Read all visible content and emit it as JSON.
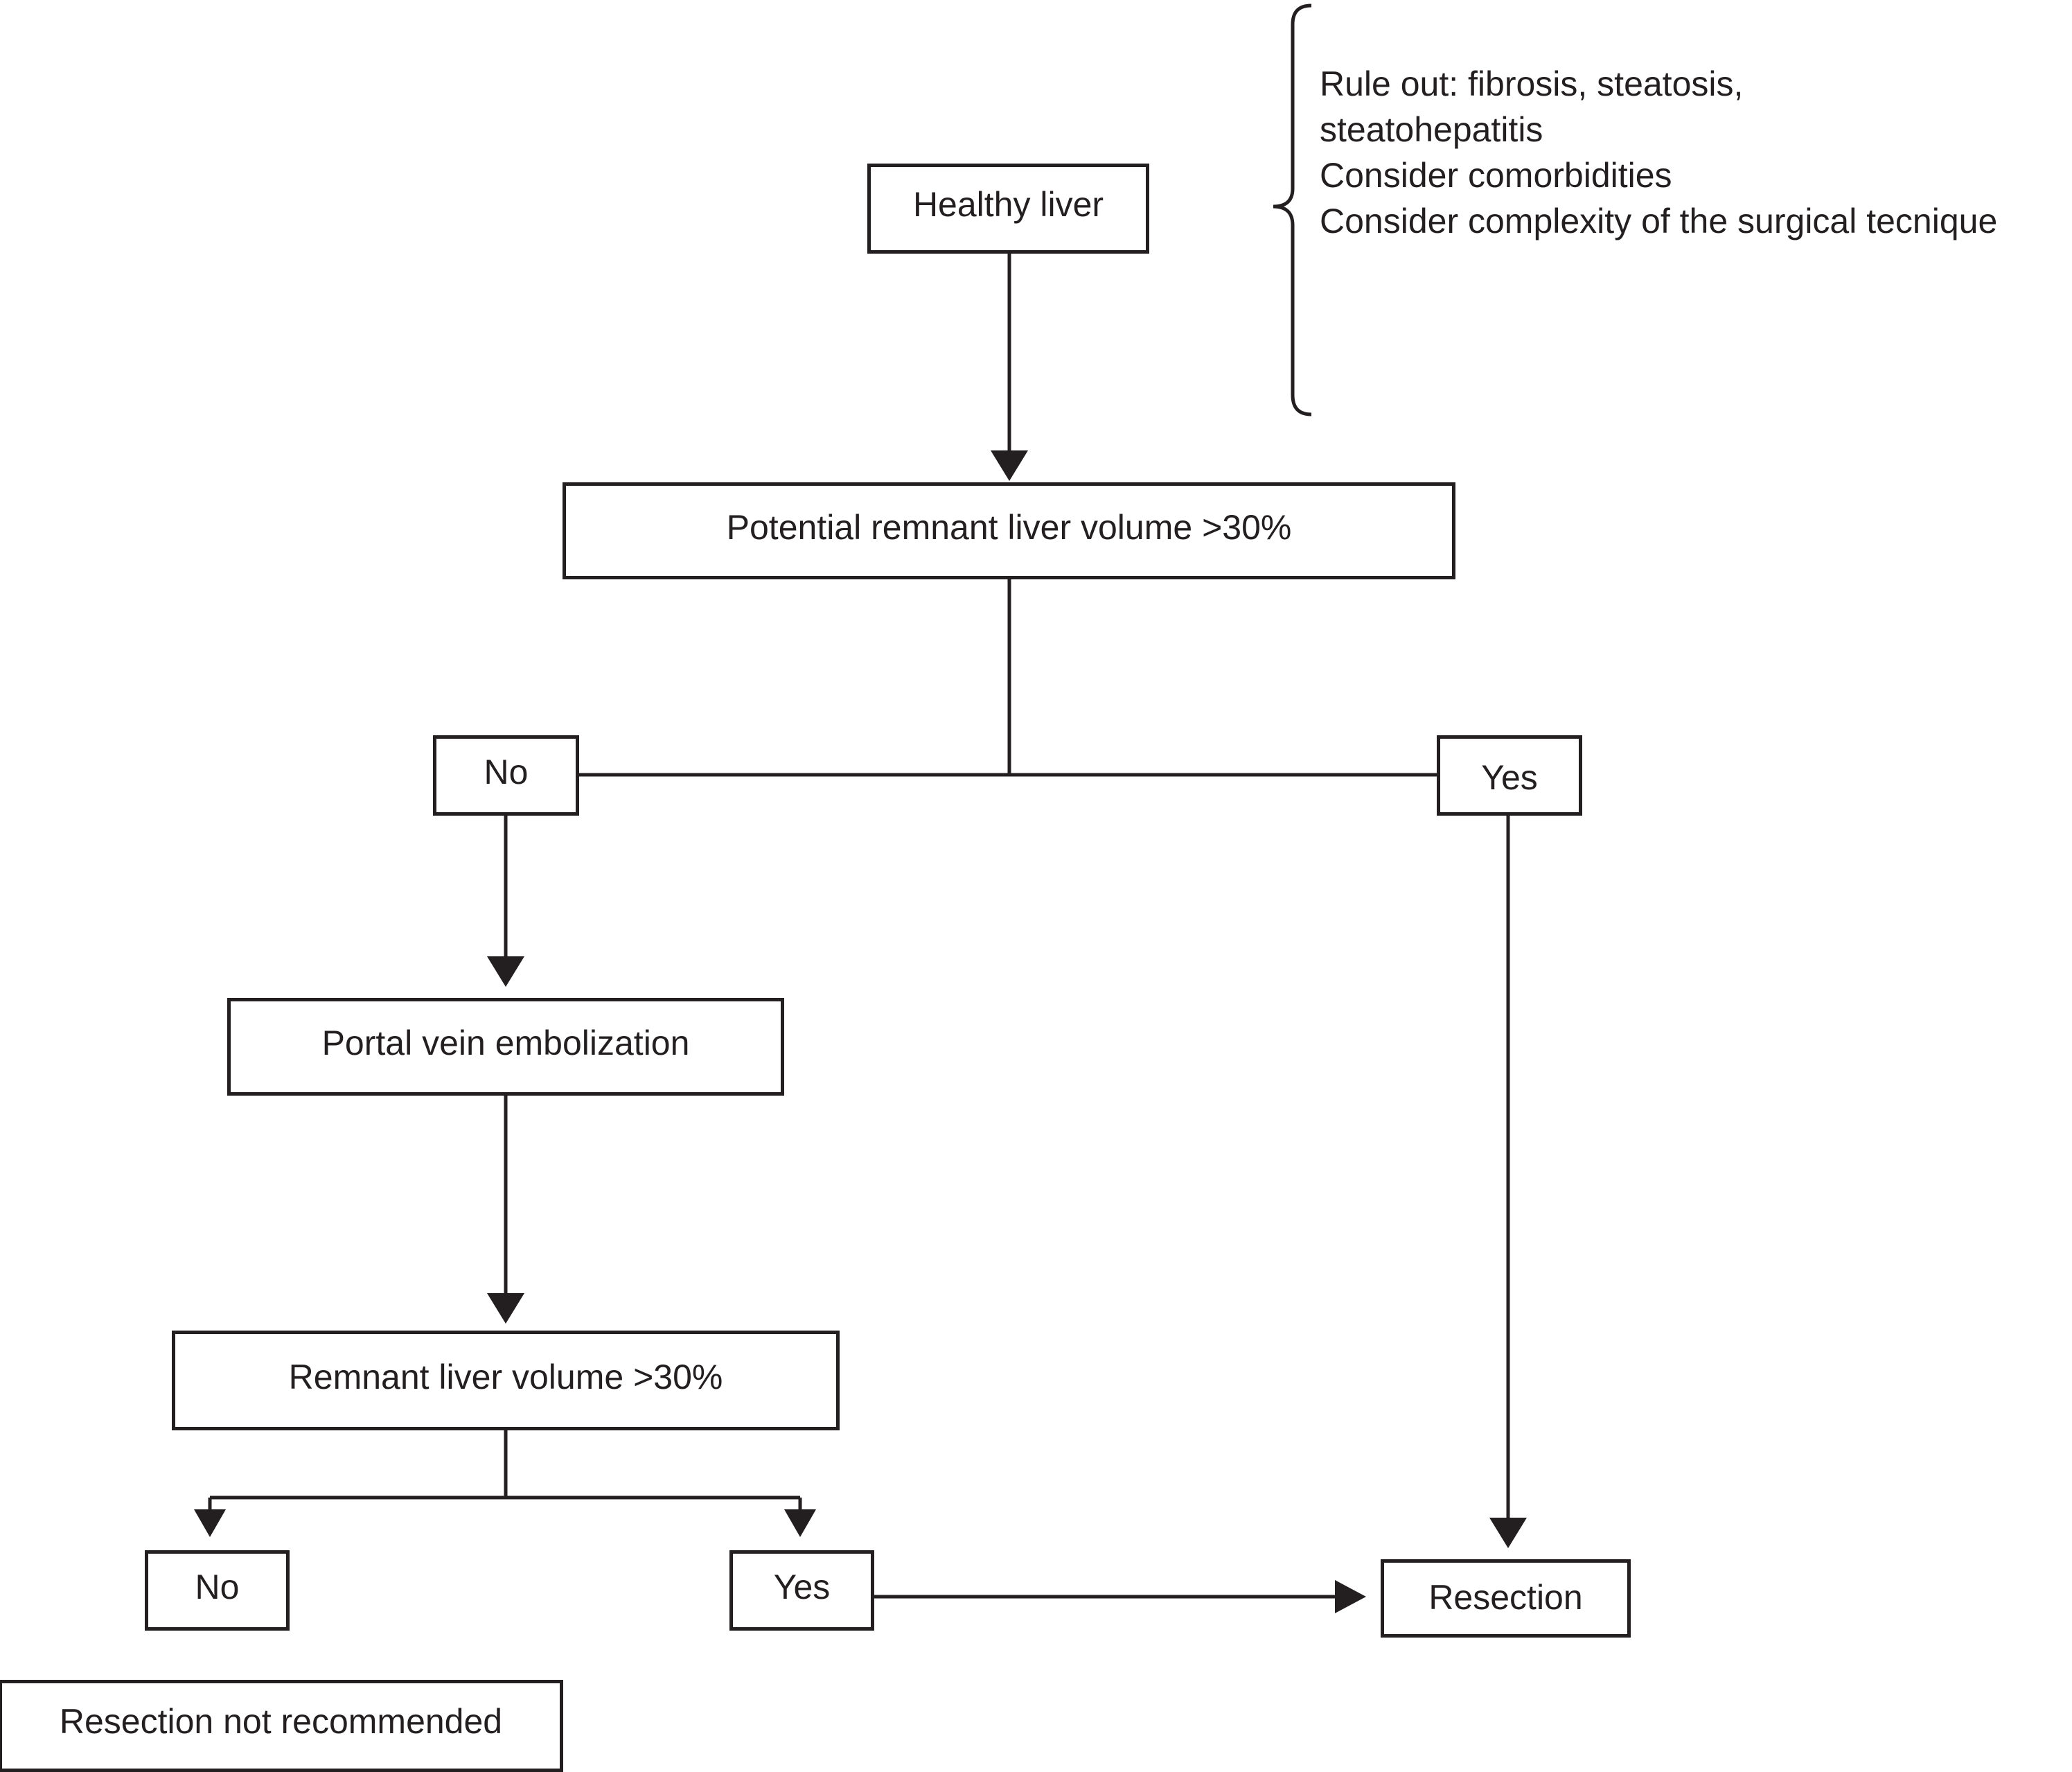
{
  "colors": {
    "ink": "#231f20",
    "background": "#ffffff"
  },
  "nodes": {
    "healthy_liver": "Healthy liver",
    "potential_remnant": "Potential remnant liver volume >30%",
    "first_no": "No",
    "first_yes": "Yes",
    "portal_vein": "Portal vein embolization",
    "remnant_volume": "Remnant liver volume >30%",
    "second_no": "No",
    "second_yes": "Yes",
    "resection": "Resection",
    "not_recommended": "Resection not recommended"
  },
  "considerations": [
    "Rule out: fibrosis, steatosis,",
    "steatohepatitis",
    "Consider comorbidities",
    "Consider complexity of the surgical tecnique"
  ]
}
